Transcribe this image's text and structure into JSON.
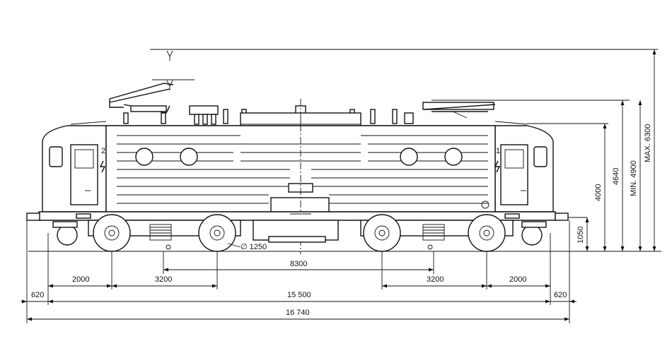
{
  "dimensions": {
    "d_2000_left": "2000",
    "d_3200_left": "3200",
    "d_8300": "8300",
    "d_3200_right": "3200",
    "d_2000_right": "2000",
    "d_620_left": "620",
    "d_15500": "15 500",
    "d_620_right": "620",
    "d_16740": "16 740",
    "d_wheel": "∅ 1250",
    "h_1050": "1050",
    "h_4000": "4000",
    "h_4640": "4640",
    "h_min4900": "MIN. 4900",
    "h_max6300": "MAX. 6300"
  },
  "cab_marks": {
    "left_number": "2",
    "right_number": "1"
  }
}
